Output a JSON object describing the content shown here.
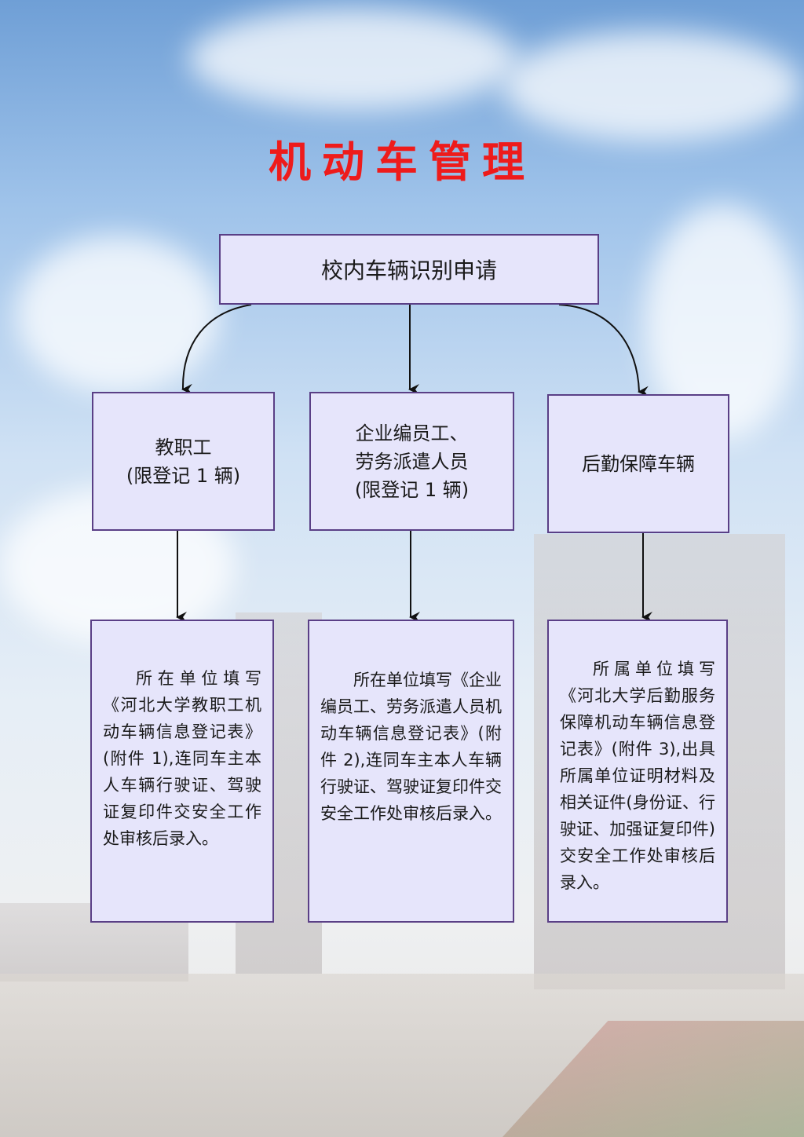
{
  "title": "机动车管理",
  "top_box": "校内车辆识别申请",
  "categories": [
    {
      "line1": "教职工",
      "line2": "",
      "note": "(限登记 1 辆)"
    },
    {
      "line1": "企业编员工、",
      "line2": "劳务派遣人员",
      "note": "(限登记 1 辆)"
    },
    {
      "line1": "后勤保障车辆",
      "line2": "",
      "note": ""
    }
  ],
  "details": [
    "所在单位填写《河北大学教职工机动车辆信息登记表》(附件 1),连同车主本人车辆行驶证、驾驶证复印件交安全工作处审核后录入。",
    "所在单位填写《企业编员工、劳务派遣人员机动车辆信息登记表》(附件 2),连同车主本人车辆行驶证、驾驶证复印件交安全工作处审核后录入。",
    "所属单位填写《河北大学后勤服务保障机动车辆信息登记表》(附件 3),出具所属单位证明材料及相关证件(身份证、行驶证、加强证复印件)交安全工作处审核后录入。"
  ],
  "colors": {
    "title": "#ee1b1b",
    "box_fill": "#e6e5fb",
    "box_border": "#5a3f86"
  }
}
